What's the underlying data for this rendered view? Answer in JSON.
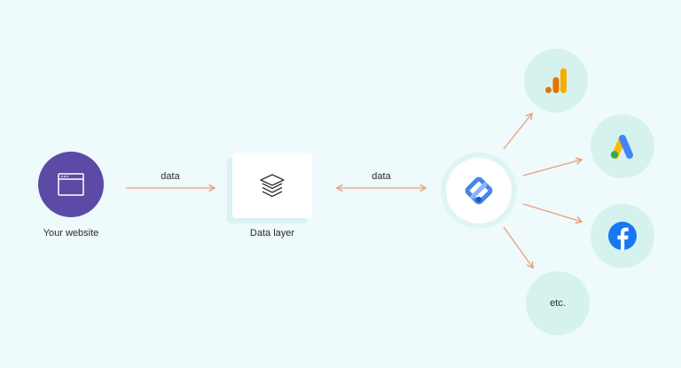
{
  "nodes": {
    "website": {
      "label": "Your website",
      "icon": "browser-window-icon",
      "color": "#5c4aa6"
    },
    "data_layer": {
      "label": "Data layer",
      "icon": "layers-icon"
    },
    "tag_manager": {
      "icon": "google-tag-manager-icon"
    },
    "destinations": [
      {
        "icon": "google-analytics-icon"
      },
      {
        "icon": "google-ads-icon"
      },
      {
        "icon": "facebook-icon"
      },
      {
        "label": "etc."
      }
    ]
  },
  "edges": {
    "website_to_datalayer": {
      "label": "data"
    },
    "datalayer_to_gtm": {
      "label": "data"
    }
  },
  "colors": {
    "arrow": "#e8a07c",
    "background": "#eefafb",
    "destination_bg": "#d5f2ee"
  }
}
